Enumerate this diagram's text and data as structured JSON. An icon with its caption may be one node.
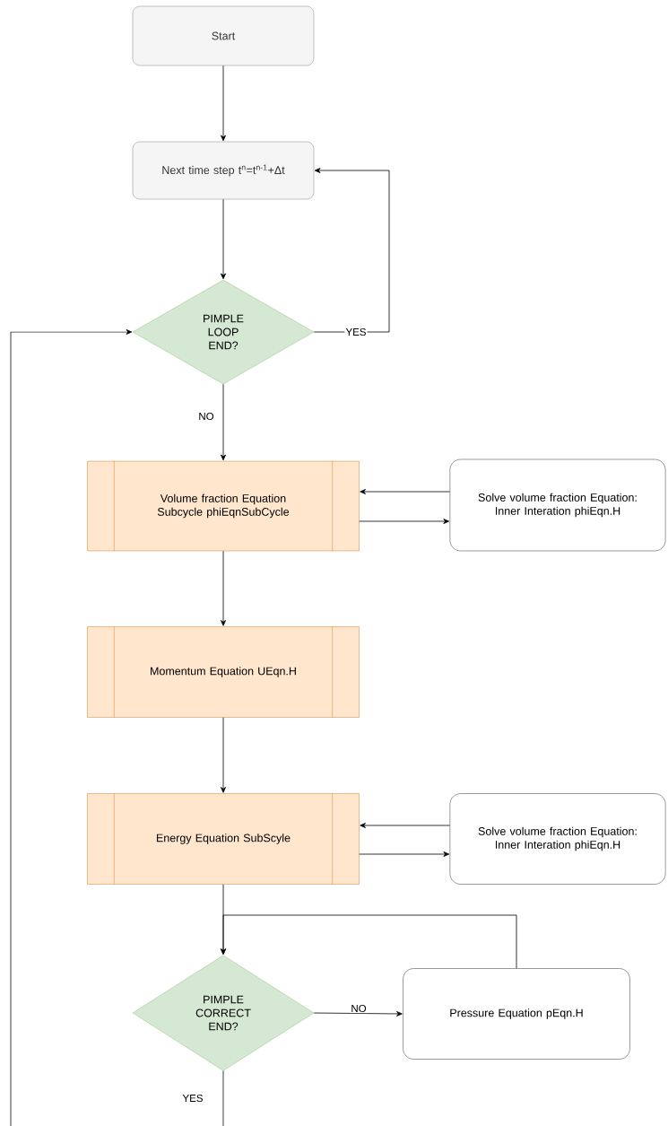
{
  "diagram": {
    "nodes": [
      {
        "text": [
          "Start"
        ]
      },
      {
        "text": [
          "Next time step t$^{n}$=t$^{n-1}$+Δt"
        ]
      },
      {
        "text": [
          "PIMPLE LOOP END?"
        ]
      },
      {
        "text": [
          "Volume fraction Equation Subcycle phiEqnSubCycle"
        ]
      },
      {
        "text": [
          "Solve volume fraction Equation: Inner Interation phiEqn.H"
        ]
      },
      {
        "text": [
          "Momentum Equation UEqn.H"
        ]
      },
      {
        "text": [
          "Energy Equation SubScyle"
        ]
      },
      {
        "text": [
          "Solve volume fraction Equation: Inner Interation phiEqn.H"
        ]
      },
      {
        "text": [
          "PIMPLE CORRECT END?"
        ]
      },
      {
        "text": [
          "Pressure Equation pEqn.H"
        ]
      }
    ],
    "edges": [
      {
        "from": 0,
        "to": 1,
        "arrow": "to"
      },
      {
        "from": 1,
        "to": 2,
        "arrow": "to"
      },
      {
        "from": 2,
        "to": 1,
        "arrow": "to",
        "label": "YES"
      },
      {
        "from": 2,
        "to": 3,
        "arrow": "to",
        "label": "NO"
      },
      {
        "from": 4,
        "to": 3,
        "arrow": "to"
      },
      {
        "from": 3,
        "to": 4,
        "arrow": "to"
      },
      {
        "from": 3,
        "to": 5,
        "arrow": "to"
      },
      {
        "from": 5,
        "to": 6,
        "arrow": "to"
      },
      {
        "from": 7,
        "to": 6,
        "arrow": "to"
      },
      {
        "from": 6,
        "to": 7,
        "arrow": "to"
      },
      {
        "from": 6,
        "to": 8,
        "arrow": "to"
      },
      {
        "from": 8,
        "to": 9,
        "arrow": "to",
        "label": "NO"
      },
      {
        "from": 9,
        "to": 8,
        "arrow": "to"
      },
      {
        "from": 8,
        "to": null,
        "arrow": "none",
        "label": "YES"
      },
      {
        "from": null,
        "to": 2,
        "arrow": "to"
      }
    ]
  }
}
